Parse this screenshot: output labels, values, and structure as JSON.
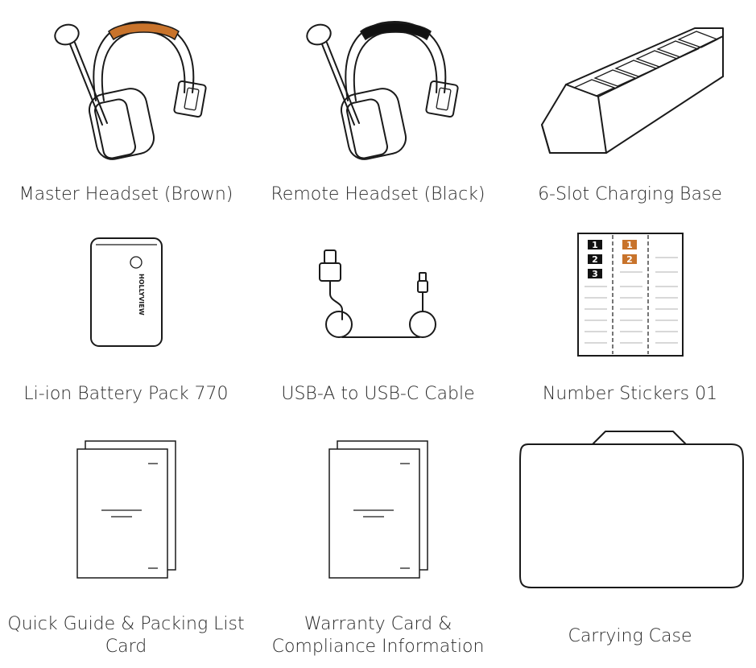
{
  "colors": {
    "brown": "#c8732b",
    "black": "#111111",
    "line": "#1a1a1a"
  },
  "items": [
    {
      "label": "Master Headset (Brown)",
      "icon": "master-headset-icon"
    },
    {
      "label": "Remote Headset (Black)",
      "icon": "remote-headset-icon"
    },
    {
      "label": "6-Slot Charging Base",
      "icon": "charging-base-icon"
    },
    {
      "label": "Li-ion Battery Pack 770",
      "icon": "battery-pack-icon",
      "brand": "HOLLYVIEW"
    },
    {
      "label": "USB-A to USB-C Cable",
      "icon": "usb-cable-icon"
    },
    {
      "label": "Number Stickers 01",
      "icon": "number-stickers-icon",
      "stickers": [
        "1",
        "2",
        "3",
        "1",
        "2"
      ]
    },
    {
      "label": "Quick Guide & Packing List Card",
      "icon": "quick-guide-icon"
    },
    {
      "label": "Warranty Card & Compliance Information",
      "icon": "warranty-card-icon"
    },
    {
      "label": "Carrying Case",
      "icon": "carrying-case-icon"
    }
  ]
}
